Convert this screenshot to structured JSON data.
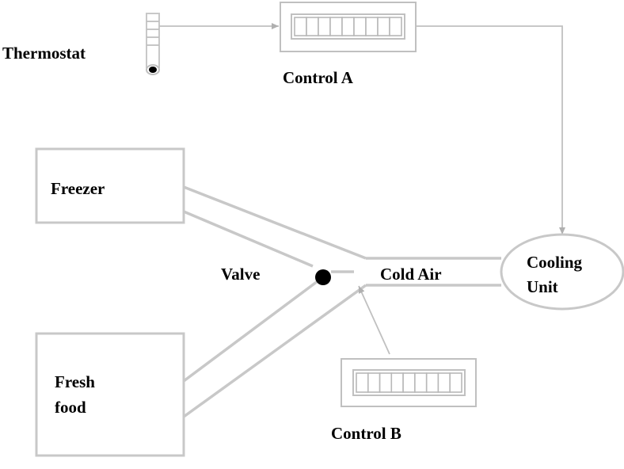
{
  "labels": {
    "thermostat": "Thermostat",
    "control_a": "Control A",
    "control_b": "Control B",
    "freezer": "Freezer",
    "fresh_food_line1": "Fresh",
    "fresh_food_line2": "food",
    "valve": "Valve",
    "cold_air": "Cold Air",
    "cooling_unit_line1": "Cooling",
    "cooling_unit_line2": "Unit"
  },
  "colors": {
    "outline": "#c8c8c8",
    "text": "#000000",
    "valve": "#000000"
  }
}
